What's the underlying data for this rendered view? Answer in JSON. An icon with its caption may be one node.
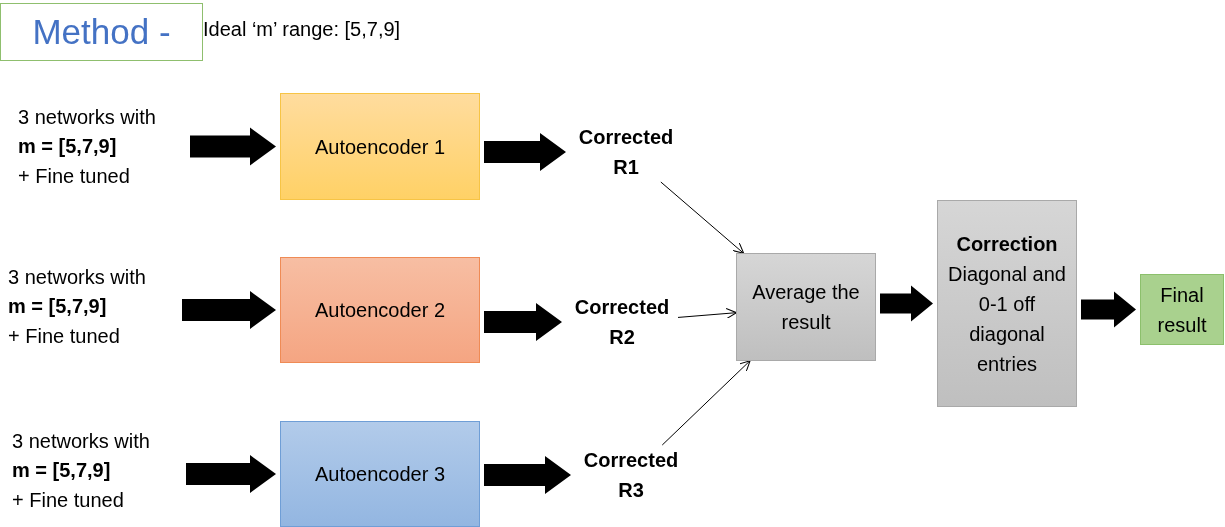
{
  "diagram": {
    "nodes": [
      {
        "text": [
          "Method -"
        ]
      },
      {
        "text": [
          "3 networks with **m = [5,7,9]** + Fine tuned"
        ]
      },
      {
        "text": [
          "Autoencoder 1"
        ]
      },
      {
        "text": [
          "Corrected R1"
        ]
      },
      {
        "text": [
          "3 networks with **m = [5,7,9]** + Fine tuned"
        ]
      },
      {
        "text": [
          "Autoencoder 2"
        ]
      },
      {
        "text": [
          "Corrected R2"
        ]
      },
      {
        "text": [
          "3 networks with **m = [5,7,9]** + Fine tuned"
        ]
      },
      {
        "text": [
          "Autoencoder 3"
        ]
      },
      {
        "text": [
          "Corrected R3"
        ]
      },
      {
        "text": [
          "Average the result"
        ]
      },
      {
        "text": [
          "Correction",
          "Diagonal and 0-1 off diagonal entries"
        ]
      },
      {
        "text": [
          "Final result"
        ]
      }
    ],
    "edges": [
      {
        "from": 1,
        "to": 2,
        "arrow": "to",
        "style": "thick"
      },
      {
        "from": 2,
        "to": 3,
        "arrow": "to",
        "style": "thick"
      },
      {
        "from": 4,
        "to": 5,
        "arrow": "to",
        "style": "thick"
      },
      {
        "from": 5,
        "to": 6,
        "arrow": "to",
        "style": "thick"
      },
      {
        "from": 7,
        "to": 8,
        "arrow": "to",
        "style": "thick"
      },
      {
        "from": 8,
        "to": 9,
        "arrow": "to",
        "style": "thick"
      },
      {
        "from": 3,
        "to": 10,
        "arrow": "to"
      },
      {
        "from": 6,
        "to": 10,
        "arrow": "to"
      },
      {
        "from": 9,
        "to": 10,
        "arrow": "to"
      },
      {
        "from": 10,
        "to": 11,
        "arrow": "to",
        "style": "thick"
      },
      {
        "from": 11,
        "to": 12,
        "arrow": "to",
        "style": "thick"
      }
    ],
    "labels": [
      "Ideal ‘m’ range: [5,7,9]"
    ]
  }
}
